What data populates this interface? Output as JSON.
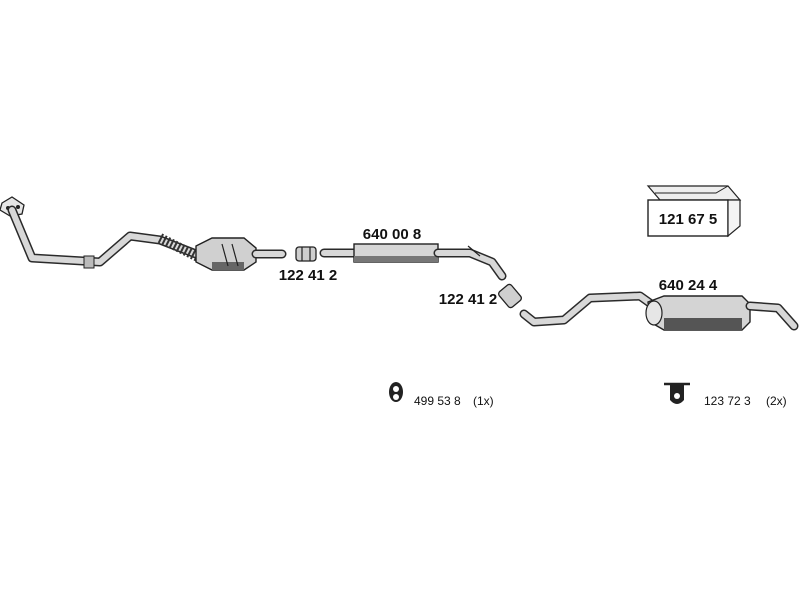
{
  "parts": {
    "kit_box": {
      "number": "121 67 5"
    },
    "center_muffler": {
      "number": "640 00 8"
    },
    "clamp_front": {
      "number": "122 41 2"
    },
    "clamp_rear": {
      "number": "122 41 2"
    },
    "rear_muffler": {
      "number": "640 24 4"
    },
    "rubber_mount_round": {
      "number": "499 53 8",
      "qty": "(1x)"
    },
    "rubber_mount_bracket": {
      "number": "123 72 3",
      "qty": "(2x)"
    }
  },
  "colors": {
    "line": "#2a2a2a",
    "body_fill": "#d8d8d8",
    "dark_shade": "#555555",
    "text": "#111111"
  }
}
